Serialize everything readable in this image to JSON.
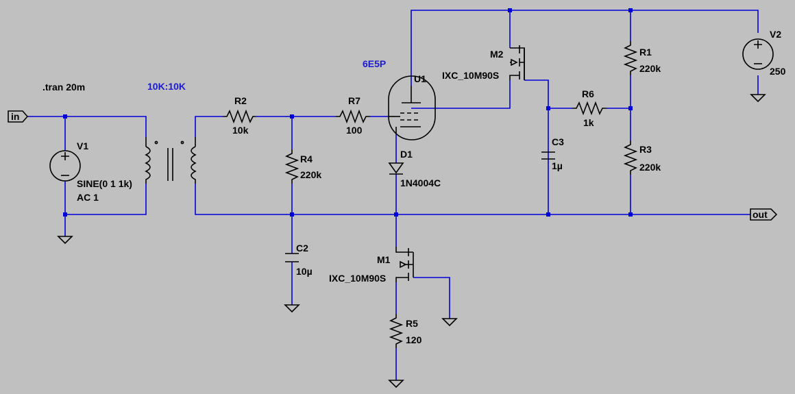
{
  "directive": ".tran 20m",
  "ports": {
    "in": "in",
    "out": "out"
  },
  "transformer": {
    "ratio": "10K:10K"
  },
  "tube": {
    "name": "U1",
    "model": "6E5P"
  },
  "components": {
    "R1": {
      "name": "R1",
      "value": "220k"
    },
    "R2": {
      "name": "R2",
      "value": "10k"
    },
    "R3": {
      "name": "R3",
      "value": "220k"
    },
    "R4": {
      "name": "R4",
      "value": "220k"
    },
    "R5": {
      "name": "R5",
      "value": "120"
    },
    "R6": {
      "name": "R6",
      "value": "1k"
    },
    "R7": {
      "name": "R7",
      "value": "100"
    },
    "C2": {
      "name": "C2",
      "value": "10µ"
    },
    "C3": {
      "name": "C3",
      "value": "1µ"
    },
    "D1": {
      "name": "D1",
      "value": "1N4004C"
    },
    "M1": {
      "name": "M1",
      "value": "IXC_10M90S"
    },
    "M2": {
      "name": "M2",
      "value": "IXC_10M90S"
    },
    "V1": {
      "name": "V1",
      "value1": "SINE(0 1 1k)",
      "value2": "AC 1"
    },
    "V2": {
      "name": "V2",
      "value": "250"
    }
  }
}
